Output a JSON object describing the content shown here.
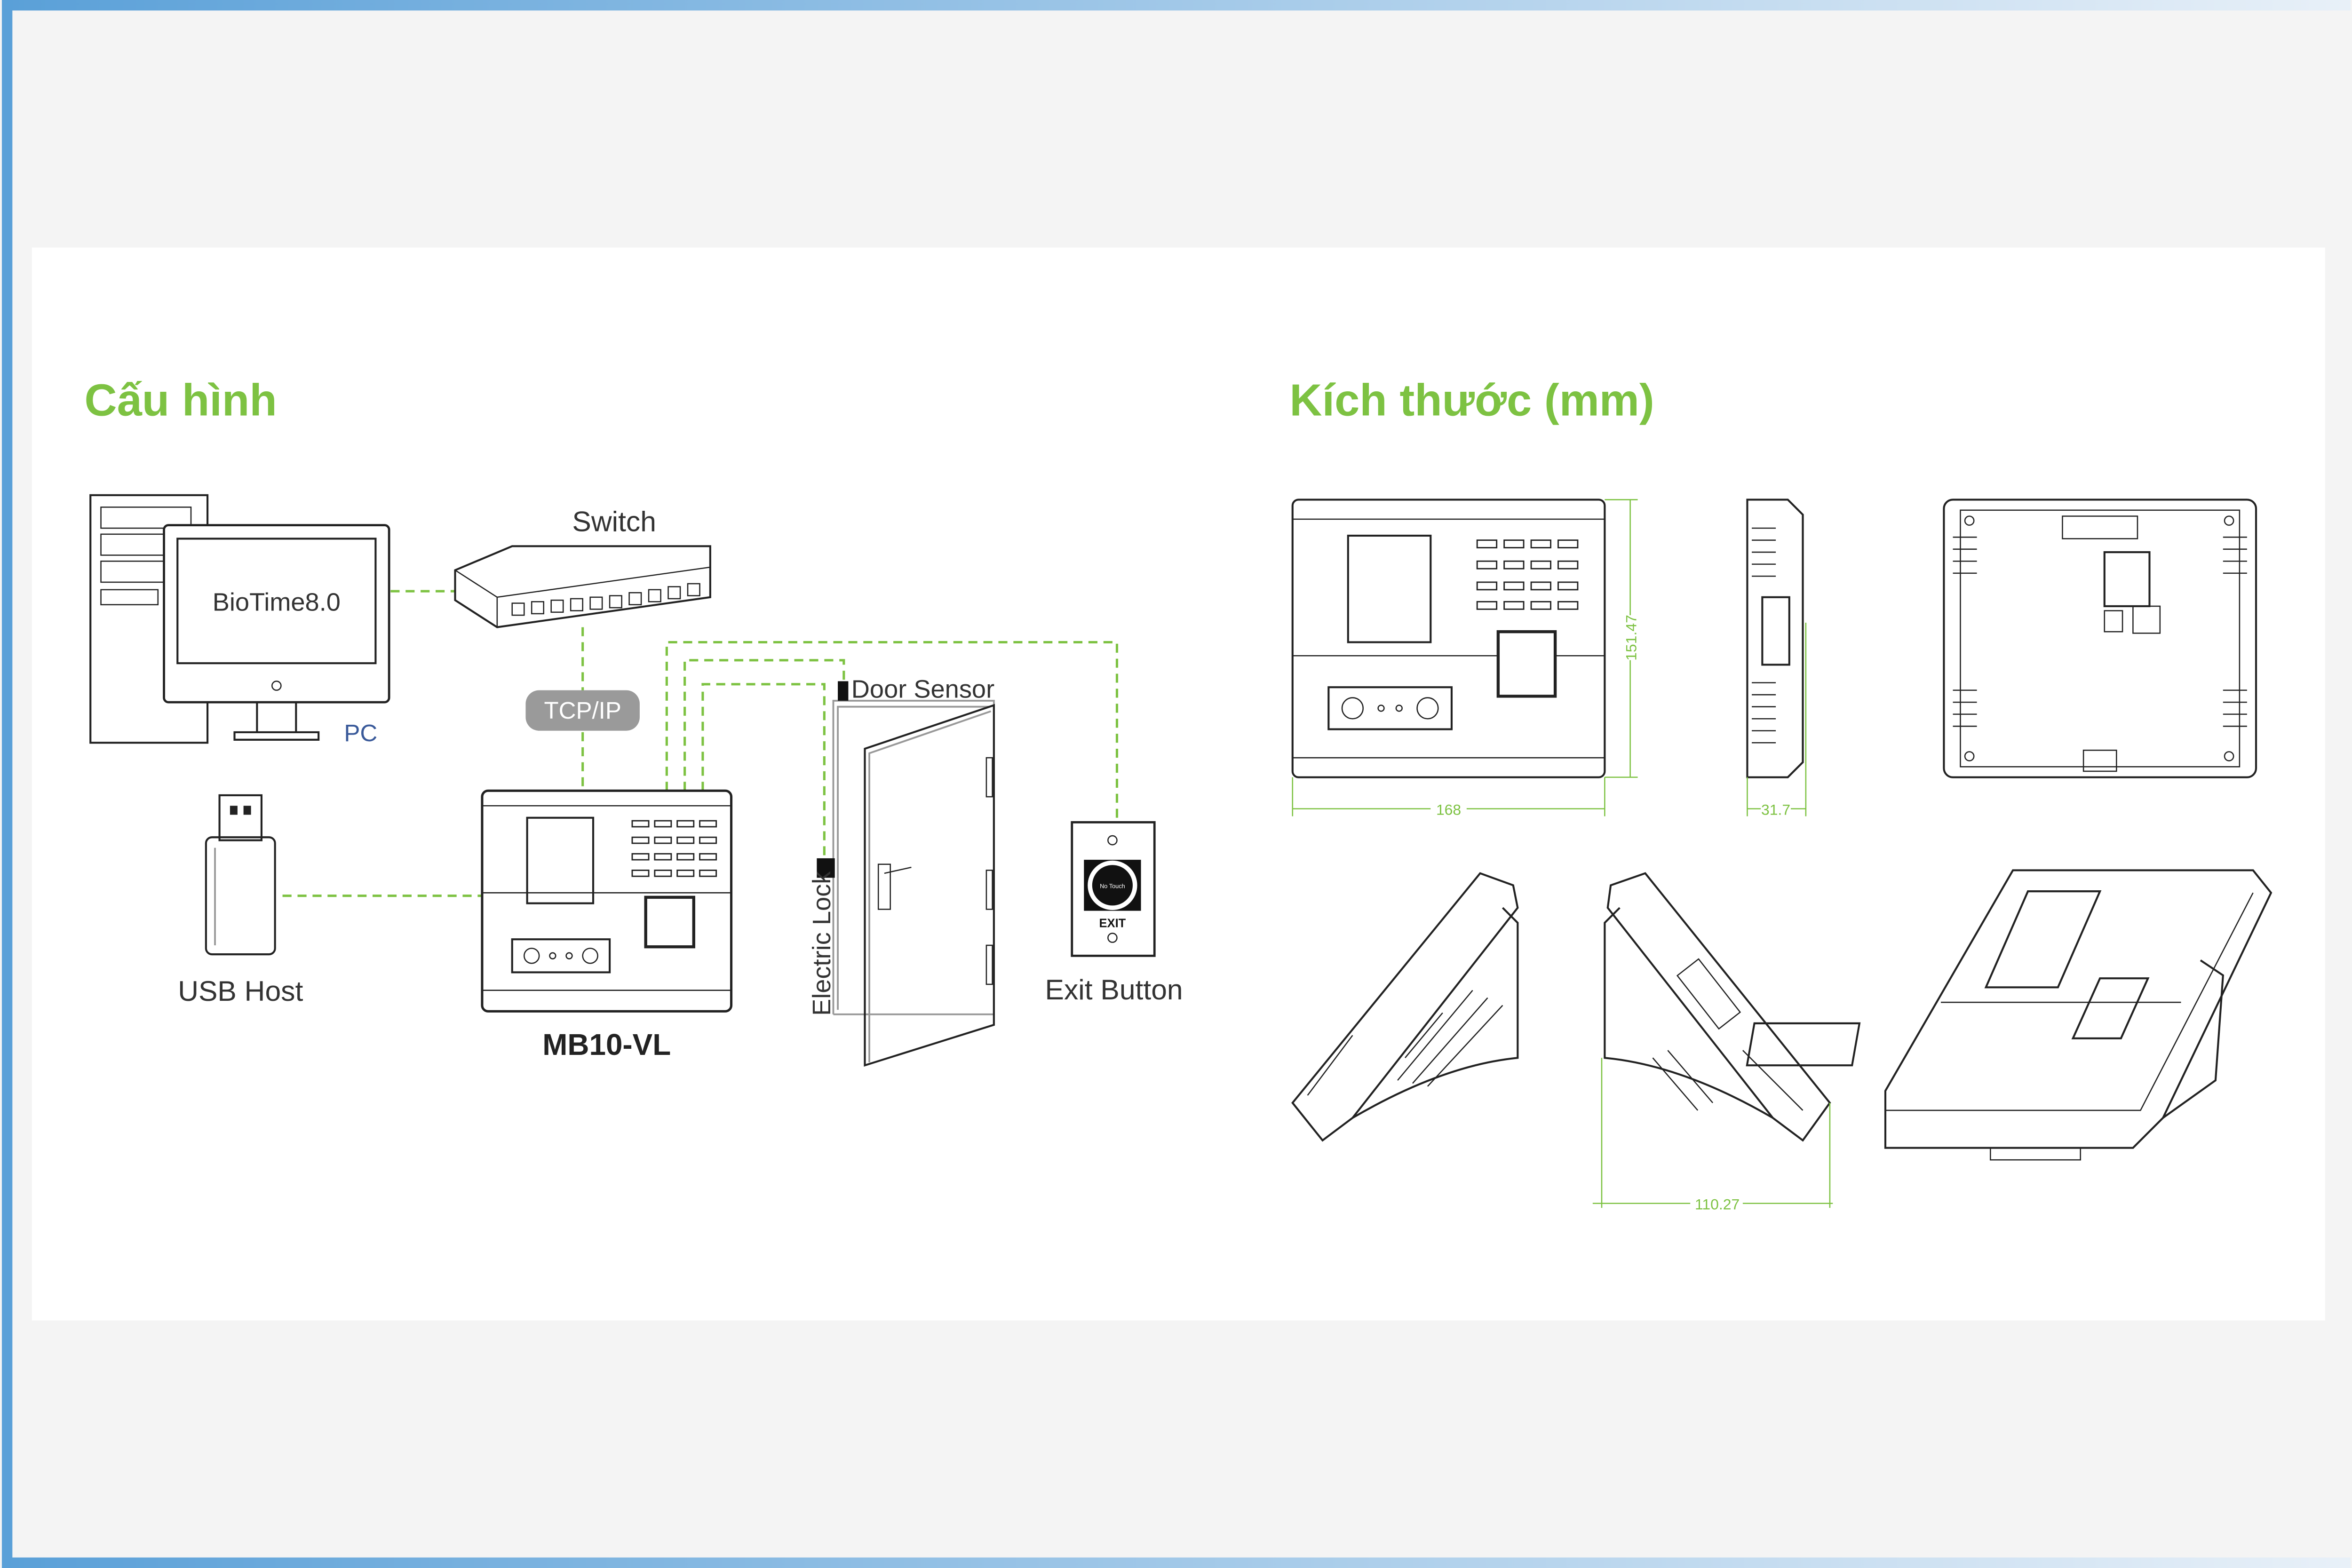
{
  "left_section": {
    "title": "Cấu hình",
    "pc_screen_text": "BioTime8.0",
    "pc_label": "PC",
    "switch_label": "Switch",
    "tcpip_badge": "TCP/IP",
    "usb_label": "USB Host",
    "device_label": "MB10-VL",
    "door_sensor_label": "Door Sensor",
    "electric_lock_label": "Electric Lock",
    "exit_button_label": "Exit Button",
    "exit_plate_text": "EXIT",
    "no_touch_text": "No Touch"
  },
  "right_section": {
    "title": "Kích thước (mm)",
    "dims": {
      "width": "168",
      "height": "151.47",
      "depth": "31.7",
      "stand_depth": "110.27"
    }
  },
  "colors": {
    "accent": "#7dc242",
    "frame_blue": "#5aa0d8",
    "background": "#f4f4f4"
  }
}
